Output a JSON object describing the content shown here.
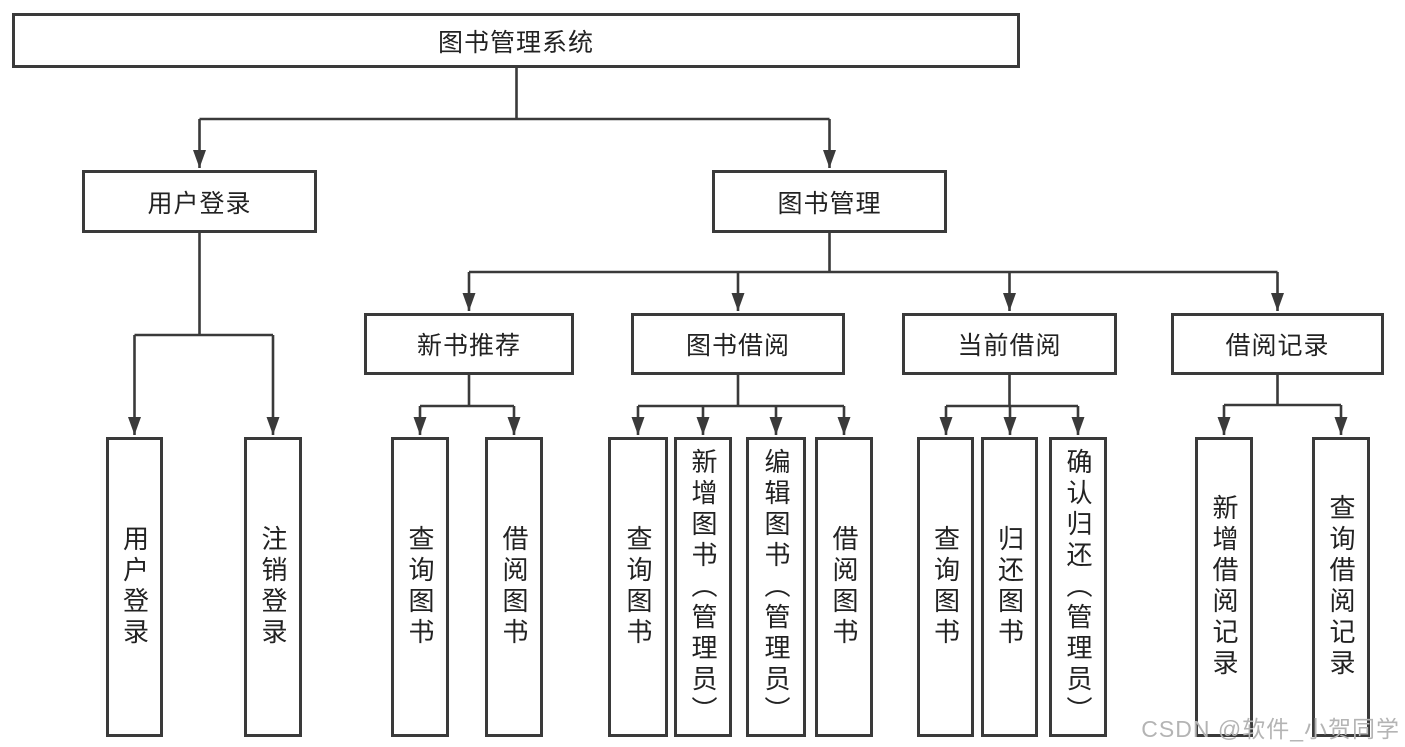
{
  "diagram": {
    "root": {
      "label": "图书管理系统"
    },
    "branches": [
      {
        "label": "用户登录",
        "children": [
          {
            "label": "用户登录"
          },
          {
            "label": "注销登录"
          }
        ]
      },
      {
        "label": "图书管理",
        "children": [
          {
            "label": "新书推荐",
            "children": [
              {
                "label": "查询图书"
              },
              {
                "label": "借阅图书"
              }
            ]
          },
          {
            "label": "图书借阅",
            "children": [
              {
                "label": "查询图书"
              },
              {
                "label": "新增图书（管理员）"
              },
              {
                "label": "编辑图书（管理员）"
              },
              {
                "label": "借阅图书"
              }
            ]
          },
          {
            "label": "当前借阅",
            "children": [
              {
                "label": "查询图书"
              },
              {
                "label": "归还图书"
              },
              {
                "label": "确认归还（管理员）"
              }
            ]
          },
          {
            "label": "借阅记录",
            "children": [
              {
                "label": "新增借阅记录"
              },
              {
                "label": "查询借阅记录"
              }
            ]
          }
        ]
      }
    ]
  },
  "watermark": {
    "text": "CSDN @软件_小贺同学"
  },
  "colors": {
    "line": "#3a3a3a",
    "text": "#222222",
    "background": "#ffffff",
    "watermark": "#b4b4b4"
  }
}
